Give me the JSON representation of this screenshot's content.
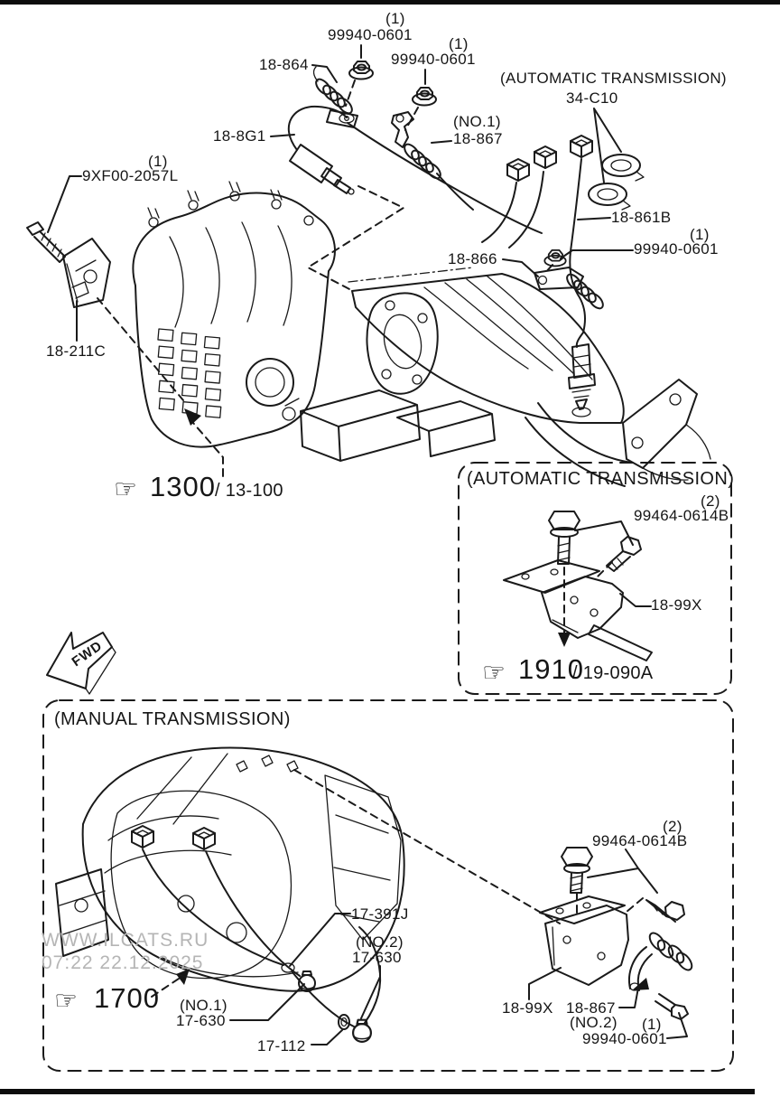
{
  "top_diagram": {
    "nut_a_qty": "(1)",
    "nut_a_part": "99940-0601",
    "spring_part": "18-864",
    "nut_b_qty": "(1)",
    "nut_b_part": "99940-0601",
    "bracket_no1_label": "(NO.1)",
    "bracket_no1_part": "18-867",
    "at_heading": "(AUTOMATIC TRANSMISSION)",
    "clamp_part": "34-C10",
    "front_sensor_part": "18-8G1",
    "harness_part": "18-861B",
    "nut_c_qty": "(1)",
    "nut_c_part": "99940-0601",
    "stay_part": "18-866",
    "bolt_qty": "(1)",
    "bolt_part": "9XF00-2057L",
    "map_sensor_part": "18-211C",
    "ref_intake": {
      "hand": "☞",
      "num": "1300",
      "sec": "/ 13-100"
    }
  },
  "at_box": {
    "title": "(AUTOMATIC TRANSMISSION)",
    "bolt_qty": "(2)",
    "bolt_part": "99464-0614B",
    "bracket_part": "18-99X",
    "ref": {
      "hand": "☞",
      "num": "1910",
      "sec": "/ 19-090A"
    }
  },
  "fwd_marker": "FWD",
  "mt_box": {
    "title": "(MANUAL TRANSMISSION)",
    "pin_part": "17-391J",
    "switch_no2_label": "(NO.2)",
    "switch_no2_part": "17-630",
    "ref": {
      "hand": "☞",
      "num": "1700"
    },
    "switch_no1_label": "(NO.1)",
    "switch_no1_part": "17-630",
    "washer_part": "17-112",
    "bolt_qty": "(2)",
    "bolt_part": "99464-0614B",
    "bracket_part": "18-99X",
    "sensor_part": "18-867",
    "sensor_no_label": "(NO.2)",
    "nut_qty": "(1)",
    "nut_part": "99940-0601"
  },
  "watermark": {
    "line1": "WWW.ILCATS.RU",
    "line2": "07:22 22.12.2025"
  }
}
